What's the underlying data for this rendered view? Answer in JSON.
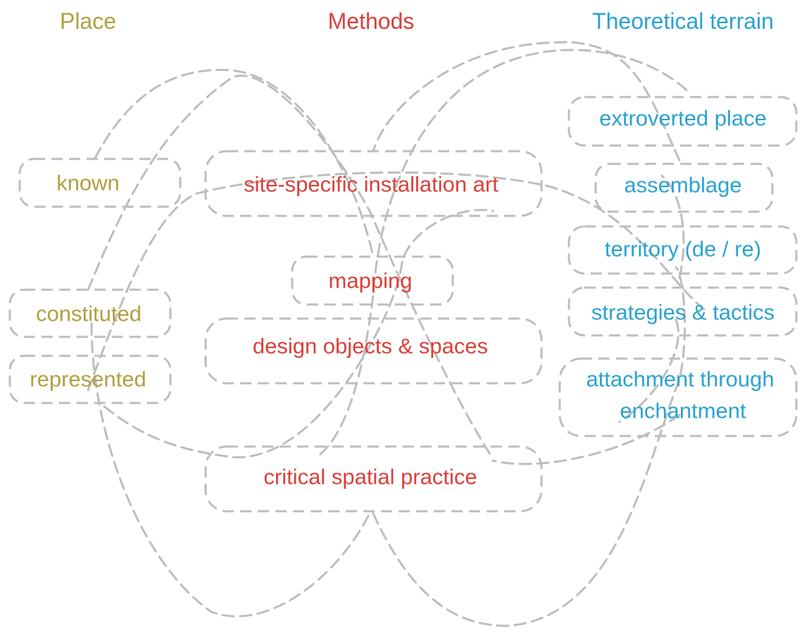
{
  "colors": {
    "place": "#b0a040",
    "methods": "#d9403a",
    "theory": "#2aa3d0",
    "connector": "#bdbdbd"
  },
  "headings": {
    "place": "Place",
    "methods": "Methods",
    "theory": "Theoretical terrain"
  },
  "place": {
    "known": "known",
    "constituted": "constituted",
    "represented": "represented"
  },
  "methods": {
    "site_specific": "site-specific installation art",
    "mapping": "mapping",
    "design_objects": "design objects & spaces",
    "critical_spatial": "critical spatial practice"
  },
  "theory": {
    "extroverted_place": "extroverted place",
    "assemblage": "assemblage",
    "territory": "territory (de / re)",
    "strategies": "strategies & tactics",
    "attachment_line1": "attachment through",
    "attachment_line2": "enchantment"
  }
}
